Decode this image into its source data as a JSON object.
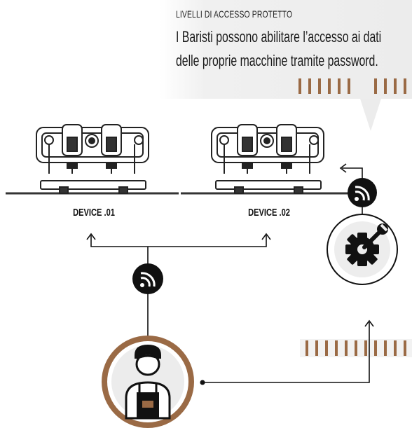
{
  "callout": {
    "heading": "LIVELLI DI ACCESSO PROTETTO",
    "line1": "I Baristi possono abilitare l’accesso ai dati",
    "line2": "delle proprie macchine tramite password."
  },
  "devices": [
    {
      "label": "DEVICE .01"
    },
    {
      "label": "DEVICE .02"
    }
  ],
  "icons": {
    "wifi": "wifi-icon",
    "settings": "gear-wrench-icon",
    "barista": "barista-icon",
    "machine": "espresso-machine-icon"
  },
  "colors": {
    "accent": "#9a6a45",
    "node_ring": "#8a5a36",
    "dark": "#111111",
    "callout_bg": "#ececec",
    "line": "#111111"
  }
}
